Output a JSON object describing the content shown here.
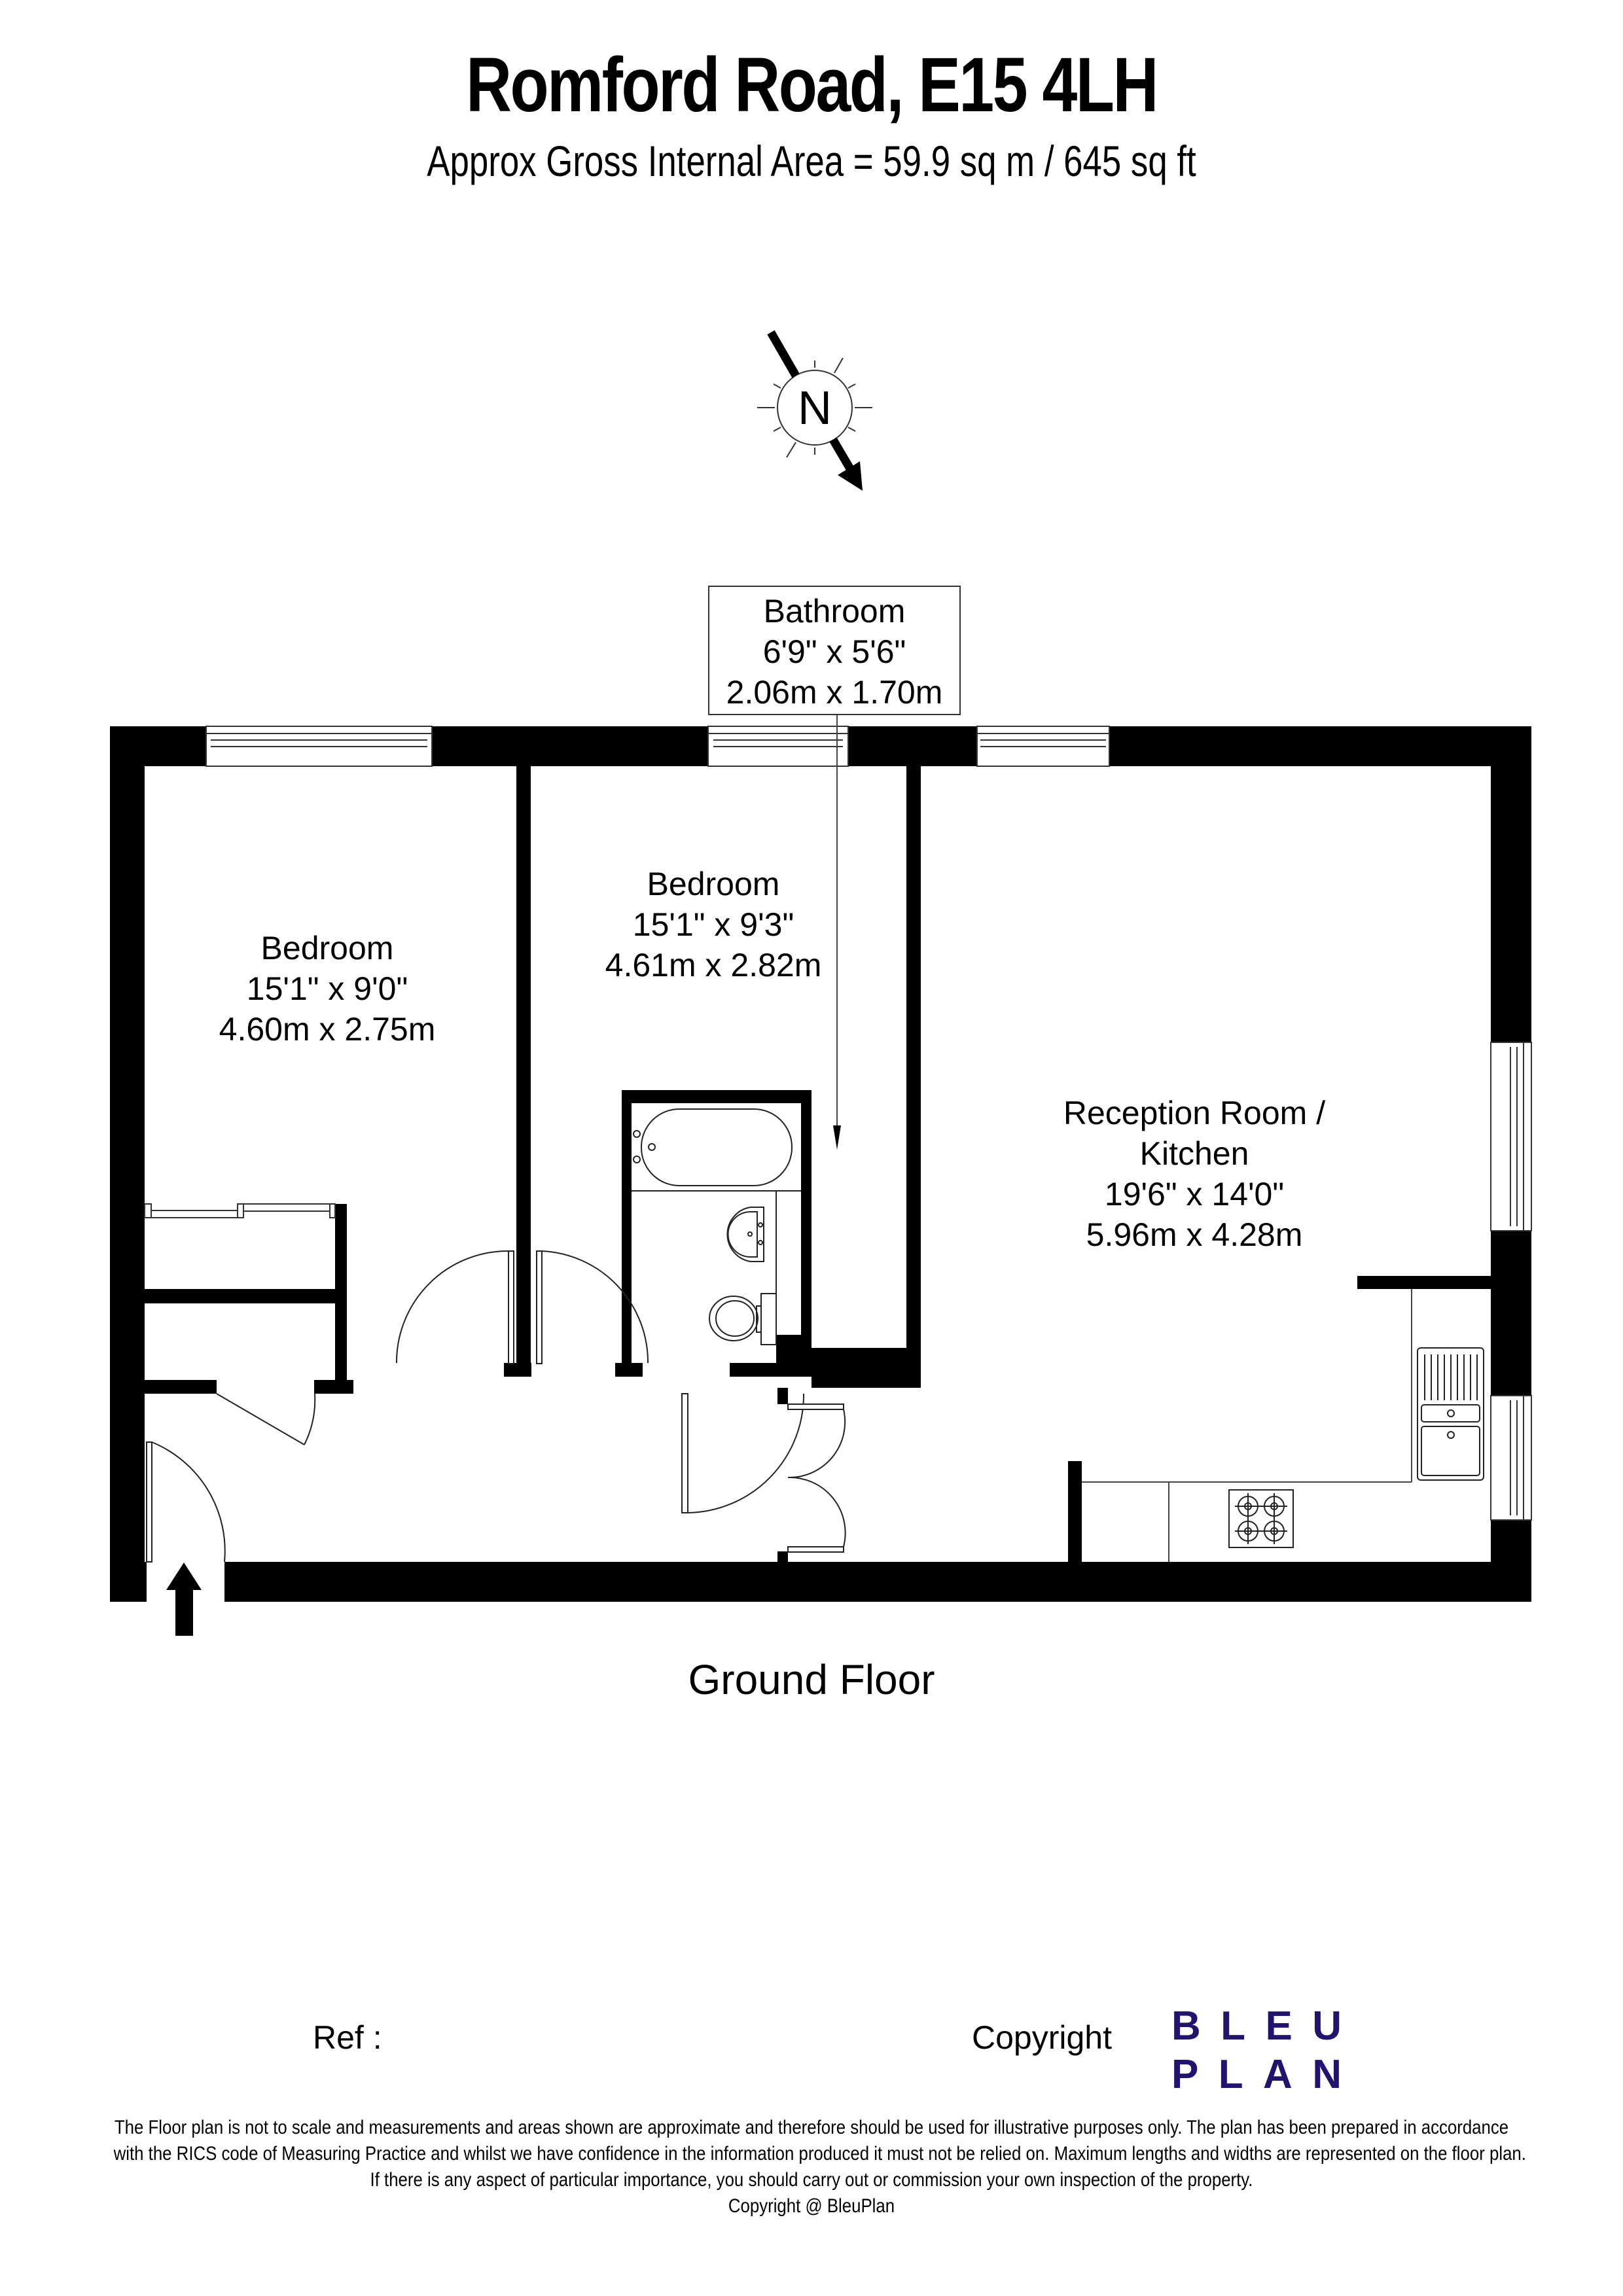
{
  "header": {
    "title": "Romford Road, E15 4LH",
    "subtitle": "Approx Gross Internal Area = 59.9 sq m / 645 sq ft"
  },
  "compass": {
    "label": "N",
    "icon": "north-arrow-icon"
  },
  "rooms": {
    "bedroom1": {
      "name": "Bedroom",
      "imperial": "15'1\" x 9'0\"",
      "metric": "4.60m x 2.75m"
    },
    "bedroom2": {
      "name": "Bedroom",
      "imperial": "15'1\" x 9'3\"",
      "metric": "4.61m x 2.82m"
    },
    "bathroom": {
      "name": "Bathroom",
      "imperial": "6'9\" x 5'6\"",
      "metric": "2.06m x 1.70m"
    },
    "reception": {
      "name_line1": "Reception Room /",
      "name_line2": "Kitchen",
      "imperial": "19'6\" x 14'0\"",
      "metric": "5.96m x 4.28m"
    }
  },
  "floor": {
    "label": "Ground Floor"
  },
  "footer": {
    "ref_label": "Ref  :",
    "copyright_label": "Copyright",
    "logo_line1": [
      "B",
      "L",
      "E",
      "U"
    ],
    "logo_line2": [
      "P",
      "L",
      "A",
      "N"
    ],
    "logo_color": "#22146e",
    "disclaimer": [
      "The Floor plan is not to scale and measurements and areas shown are approximate and therefore should be used for illustrative purposes only. The plan has been prepared in accordance",
      "with the RICS code of Measuring Practice and whilst we have confidence in the information produced it must not be relied on. Maximum lengths and widths are represented on the floor plan.",
      "If there is any aspect of particular importance, you should carry out or commission your own inspection of the property.",
      "Copyright @ BleuPlan"
    ]
  }
}
